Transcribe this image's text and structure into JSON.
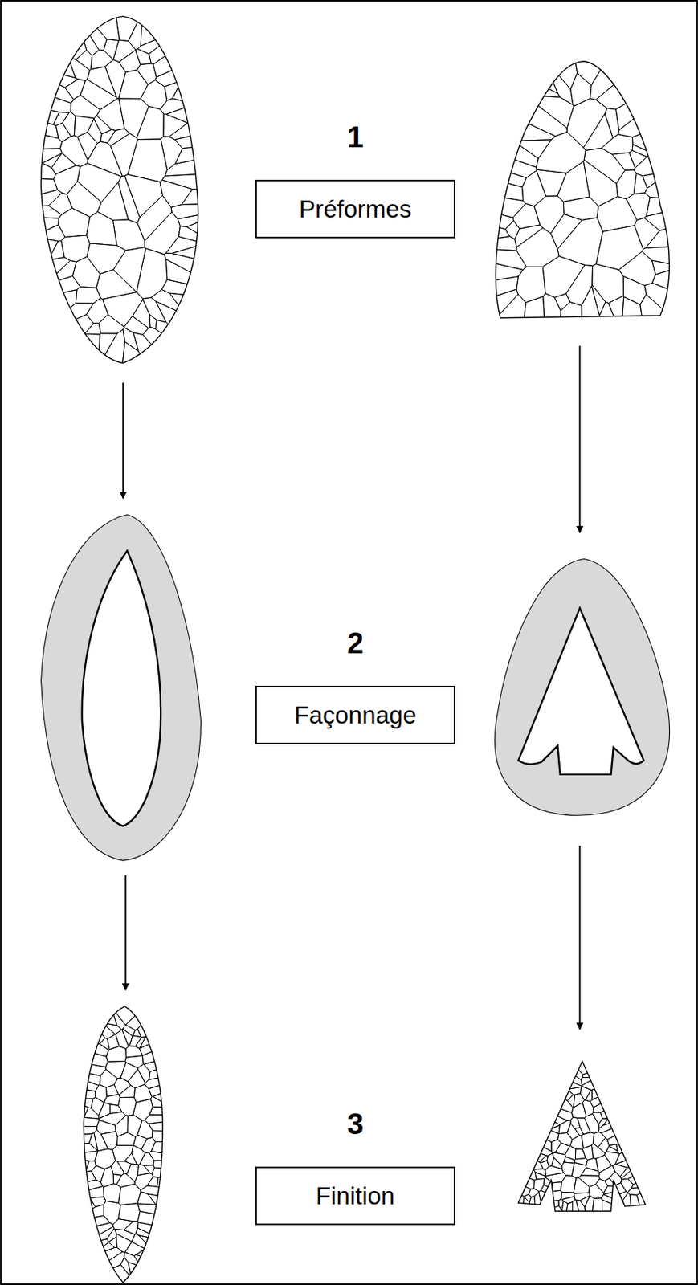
{
  "diagram": {
    "nodes": [
      {
        "text": [
          "1",
          "Préformes"
        ]
      },
      {
        "text": [
          "2",
          "Façonnage"
        ]
      },
      {
        "text": [
          "3",
          "Finition"
        ]
      }
    ]
  }
}
